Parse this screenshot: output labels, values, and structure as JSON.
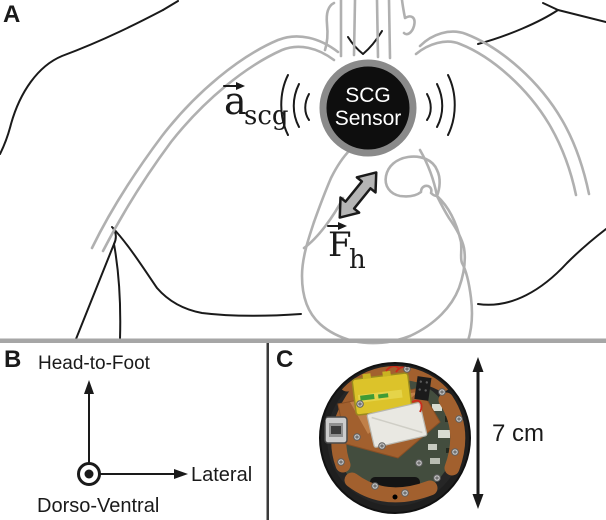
{
  "figure": {
    "type": "three-panel scientific figure",
    "description": "Wearable SCG sensor placement on chest, measurement axes, and device photo"
  },
  "panels": {
    "a": {
      "letter": "A",
      "sensor": {
        "line1": "SCG",
        "line2": "Sensor"
      },
      "accel_label": {
        "base": "a",
        "subscript": "scg"
      },
      "force_label": {
        "base": "F",
        "subscript": "h"
      }
    },
    "b": {
      "letter": "B",
      "axis_up": "Head-to-Foot",
      "axis_right": "Lateral",
      "axis_out": "Dorso-Ventral"
    },
    "c": {
      "letter": "C",
      "scale_label": "7 cm"
    }
  },
  "colors": {
    "text_black": "#1a1a1a",
    "outline_black": "#1a1a1a",
    "anatomy_gray": "#b0b0b0",
    "sensor_fill": "#0e0e0e",
    "sensor_ring": "#8a8a8a",
    "sensor_text": "#ffffff",
    "force_arrow_fill": "#b5b5b5",
    "divider_gray": "#a6a6a6",
    "divider_dark": "#3a3a3a",
    "device_case": "#1f1f1f",
    "device_frame": "#a2602e",
    "device_frame_light": "#c08049",
    "battery_yellow": "#dcc32a",
    "battery_label_green": "#3f9b35",
    "battery_silver": "#e9e8e2",
    "pcb_green": "#434d3e",
    "usb_silver": "#cccccc",
    "wire_red": "#cc2a1a",
    "screw_silver": "#c2c2c2"
  }
}
